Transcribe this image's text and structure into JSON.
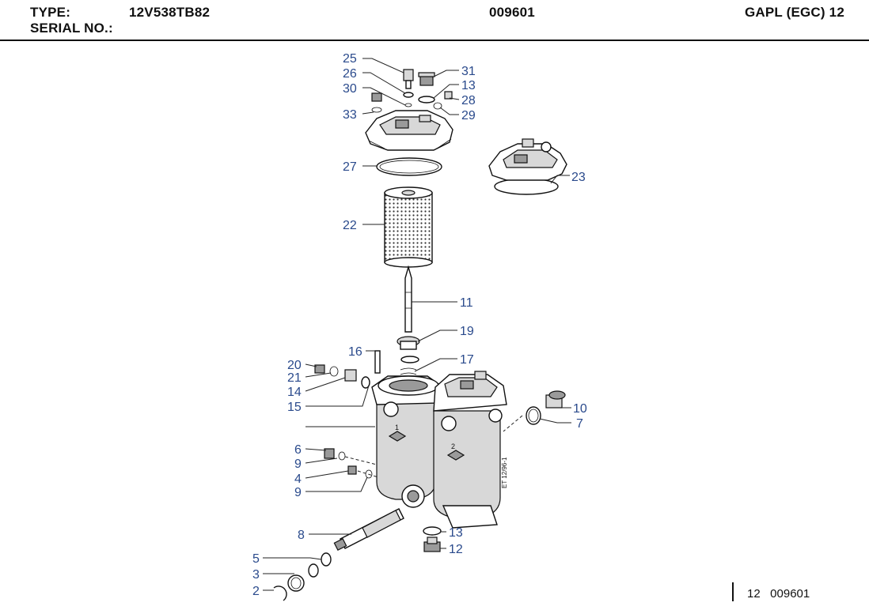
{
  "header": {
    "type_label": "TYPE:",
    "type_value": "12V538TB82",
    "serial_label": "SERIAL NO.:",
    "center_code": "009601",
    "right_title": "GAPL (EGC)  12"
  },
  "callouts": [
    "25",
    "26",
    "30",
    "33",
    "31",
    "13",
    "28",
    "29",
    "27",
    "23",
    "22",
    "11",
    "19",
    "16",
    "17",
    "20",
    "21",
    "14",
    "15",
    "10",
    "7",
    "6",
    "9",
    "4",
    "9",
    "8",
    "13",
    "12",
    "5",
    "3",
    "2"
  ],
  "vertical_mark": "ET 12/96-1",
  "footer": {
    "text": "12   009601"
  }
}
